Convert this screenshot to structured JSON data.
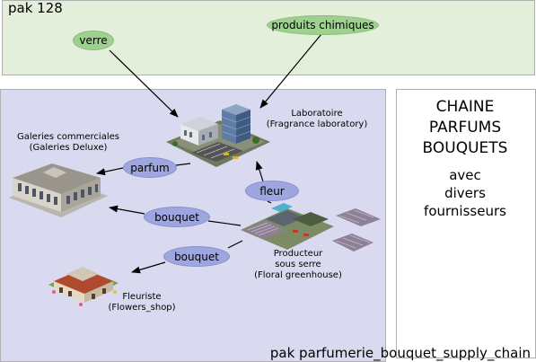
{
  "top_panel": {
    "label": "pak 128"
  },
  "main_panel": {
    "label": "pak parfumerie_bouquet_supply_chain"
  },
  "side_panel": {
    "title_lines": [
      "CHAINE",
      "PARFUMS",
      "BOUQUETS"
    ],
    "sub_lines": [
      "avec",
      "divers",
      "fournisseurs"
    ]
  },
  "goods": {
    "verre": "verre",
    "produits_chimiques": "produits chimiques",
    "parfum": "parfum",
    "fleur": "fleur",
    "bouquet_1": "bouquet",
    "bouquet_2": "bouquet"
  },
  "buildings": {
    "laboratoire": {
      "line1": "Laboratoire",
      "line2": "(Fragrance laboratory)"
    },
    "galeries": {
      "line1": "Galeries commerciales",
      "line2": "(Galeries Deluxe)"
    },
    "producteur": {
      "line1": "Producteur",
      "line2": "sous serre",
      "line3": "(Floral greenhouse)"
    },
    "fleuriste": {
      "line1": "Fleuriste",
      "line2": "(Flowers_shop)"
    }
  },
  "colors": {
    "top_panel": "#e3efda",
    "main_panel": "#d9d9ef",
    "green_ellipse": "#9ed18f",
    "blue_ellipse": "#9ea6e0"
  }
}
